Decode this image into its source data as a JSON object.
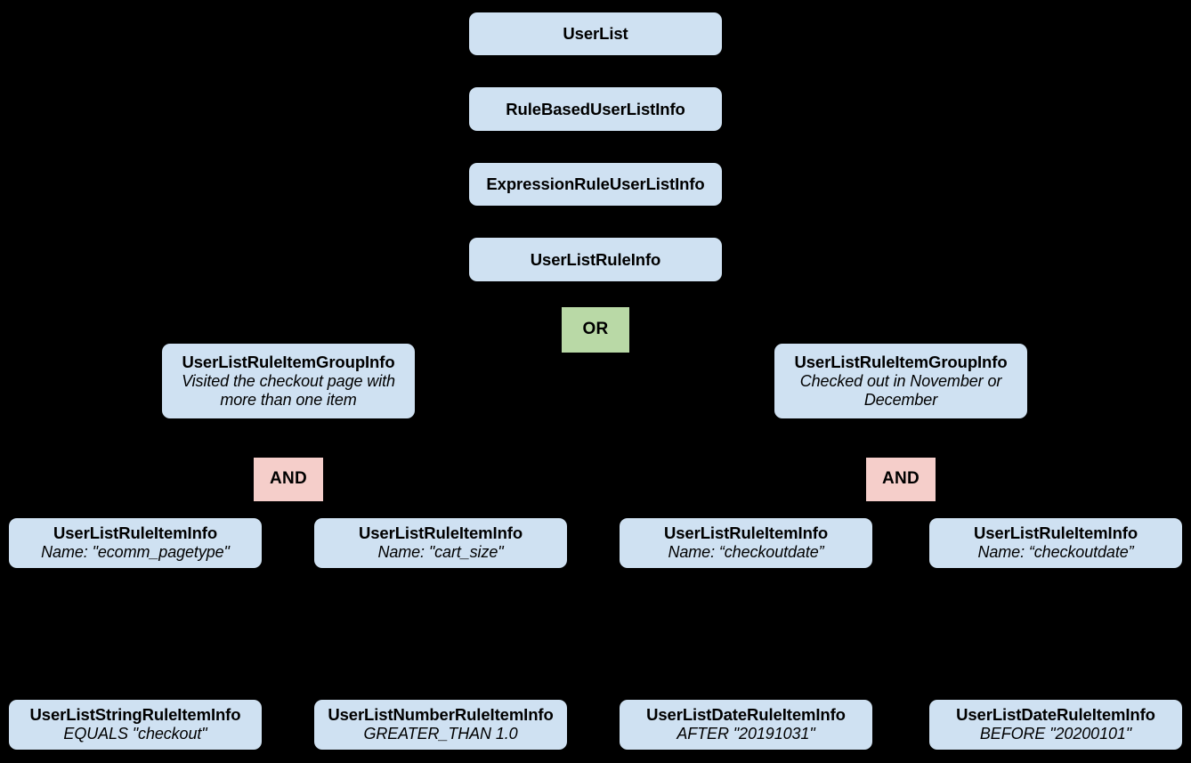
{
  "diagram": {
    "kind": "class-hierarchy-tree",
    "background_color": "#000000",
    "entity_fill_color": "#cfe1f2",
    "or_fill_color": "#b9d9a6",
    "and_fill_color": "#f5ceca",
    "text_color": "#000000"
  },
  "nodes": {
    "user_list": {
      "title": "UserList"
    },
    "rule_based_user_list_info": {
      "title": "RuleBasedUserListInfo"
    },
    "expression_rule_user_list_info": {
      "title": "ExpressionRuleUserListInfo"
    },
    "user_list_rule_info": {
      "title": "UserListRuleInfo"
    },
    "or_operator": {
      "label": "OR"
    },
    "group_left": {
      "title": "UserListRuleItemGroupInfo",
      "subtitle": "Visited the checkout page with more than one item"
    },
    "group_right": {
      "title": "UserListRuleItemGroupInfo",
      "subtitle": "Checked out in November or December"
    },
    "and_operator_left": {
      "label": "AND"
    },
    "and_operator_right": {
      "label": "AND"
    },
    "rule_item_1": {
      "title": "UserListRuleItemInfo",
      "subtitle": "Name: \"ecomm_pagetype\""
    },
    "rule_item_2": {
      "title": "UserListRuleItemInfo",
      "subtitle": "Name: \"cart_size\""
    },
    "rule_item_3": {
      "title": "UserListRuleItemInfo",
      "subtitle": "Name: “checkoutdate”"
    },
    "rule_item_4": {
      "title": "UserListRuleItemInfo",
      "subtitle": "Name: “checkoutdate”"
    },
    "leaf_1": {
      "title": "UserListStringRuleItemInfo",
      "subtitle": "EQUALS \"checkout\""
    },
    "leaf_2": {
      "title": "UserListNumberRuleItemInfo",
      "subtitle": "GREATER_THAN 1.0"
    },
    "leaf_3": {
      "title": "UserListDateRuleItemInfo",
      "subtitle": "AFTER \"20191031\""
    },
    "leaf_4": {
      "title": "UserListDateRuleItemInfo",
      "subtitle": "BEFORE \"20200101\""
    }
  }
}
